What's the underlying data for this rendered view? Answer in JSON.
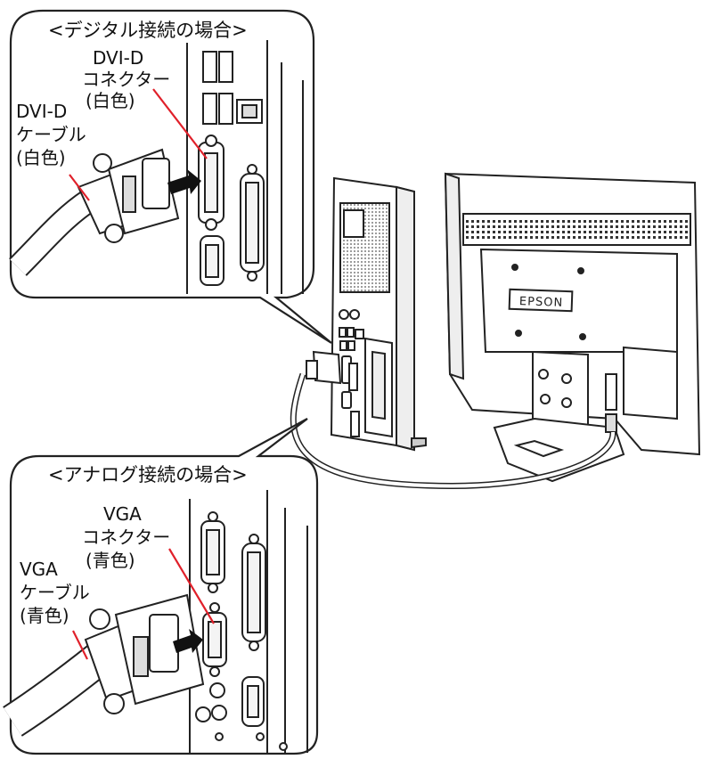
{
  "digital_panel": {
    "title": "<デジタル接続の場合>",
    "connector_label": [
      "DVI-D",
      "コネクター",
      "(白色)"
    ],
    "cable_label": [
      "DVI-D",
      "ケーブル",
      "(白色)"
    ]
  },
  "analog_panel": {
    "title": "<アナログ接続の場合>",
    "connector_label": [
      "VGA",
      "コネクター",
      "(青色)"
    ],
    "cable_label": [
      "VGA",
      "ケーブル",
      "(青色)"
    ]
  },
  "monitor": {
    "brand": "EPSON"
  },
  "colors": {
    "leader_line": "#e0202a",
    "outline": "#222222",
    "panel_fill": "#ffffff",
    "grille": "#333333"
  }
}
